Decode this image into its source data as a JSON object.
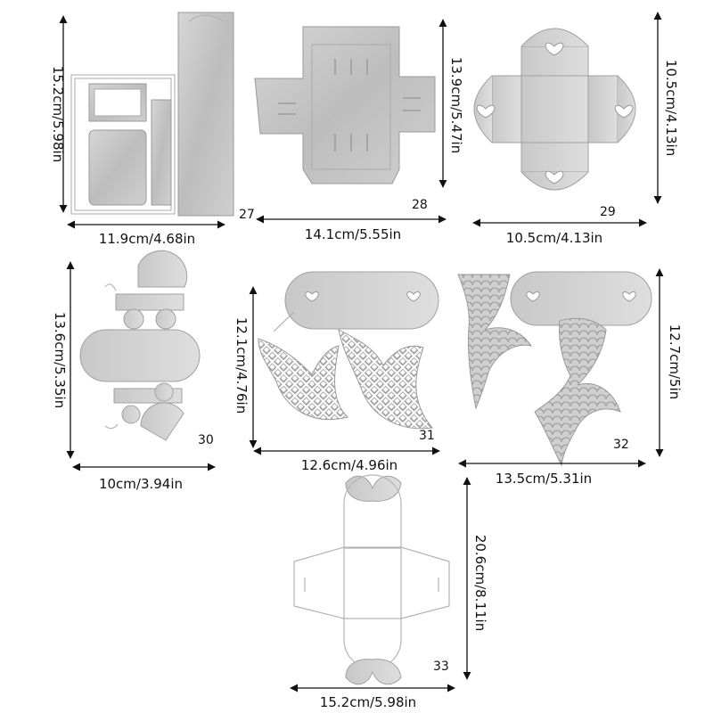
{
  "dies": [
    {
      "number": "27",
      "width": "11.9cm/4.68in",
      "height": "15.2cm/5.98in"
    },
    {
      "number": "28",
      "width": "14.1cm/5.55in",
      "height": "13.9cm/5.47in"
    },
    {
      "number": "29",
      "width": "10.5cm/4.13in",
      "height": "10.5cm/4.13in"
    },
    {
      "number": "30",
      "width": "10cm/3.94in",
      "height": "13.6cm/5.35in"
    },
    {
      "number": "31",
      "width": "12.6cm/4.96in",
      "height": "12.1cm/4.76in"
    },
    {
      "number": "32",
      "width": "13.5cm/5.31in",
      "height": "12.7cm/5in"
    },
    {
      "number": "33",
      "width": "15.2cm/5.98in",
      "height": "20.6cm/8.11in"
    }
  ]
}
